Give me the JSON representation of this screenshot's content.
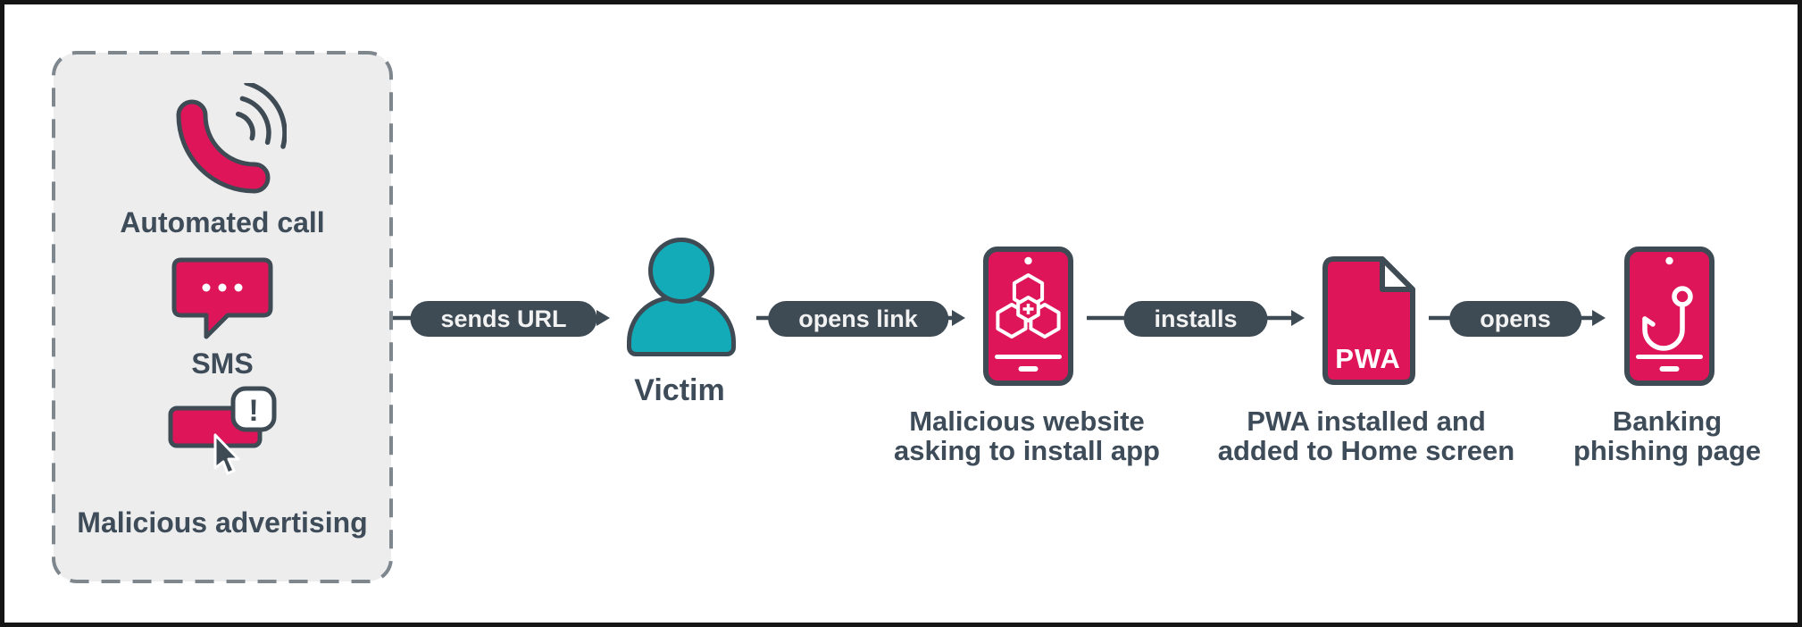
{
  "colors": {
    "pink": "#DE1659",
    "teal": "#14ABB9",
    "dark_slate": "#3E4A54",
    "label_text": "#3E4B58",
    "box_background": "#EDEDED",
    "box_dash_border": "#7E868E",
    "pill_text": "#F2F2F2",
    "frame_border": "#151515",
    "icon_detail_white": "#FFFFFF"
  },
  "sources_box": {
    "exclamation": "!",
    "items": [
      {
        "label": "Automated call"
      },
      {
        "label": "SMS"
      },
      {
        "label": "Malicious advertising"
      }
    ]
  },
  "flow": {
    "pills": [
      {
        "label": "sends URL"
      },
      {
        "label": "opens link"
      },
      {
        "label": "installs"
      },
      {
        "label": "opens"
      }
    ],
    "victim_label": "Victim",
    "website_label_line1": "Malicious website",
    "website_label_line2": "asking to install app",
    "pwa_badge": "PWA",
    "pwa_label_line1": "PWA installed and",
    "pwa_label_line2": "added to Home screen",
    "banking_label_line1": "Banking",
    "banking_label_line2": "phishing page"
  }
}
